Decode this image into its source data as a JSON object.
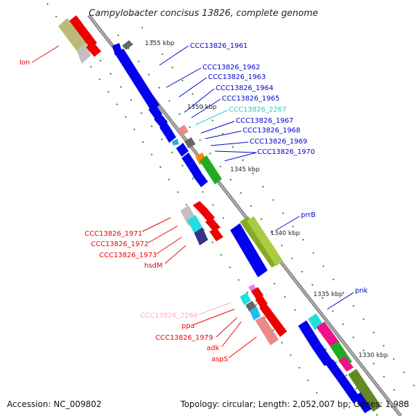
{
  "title": "Campylobacter concisus 13826, complete genome",
  "footer": {
    "accession": "Accession: NC_009802",
    "topology": "Topology: circular; Length: 2,052,007 bp; Genes: 1,988"
  },
  "colors": {
    "blue": "#0000ee",
    "red": "#ee0000",
    "cyan": "#22cccc",
    "gray": "#666666",
    "lightgray": "#c0c0c0",
    "pink": "#ee8888",
    "lightpink": "#ffaacc",
    "green": "#22aa22",
    "olive": "#88aa22",
    "khaki": "#bbbb77",
    "navy": "#333388",
    "magenta": "#ee1188",
    "orange": "#ff8800",
    "violet": "#dd88dd"
  },
  "kbp_ticks": [
    "1355 kbp",
    "1350 kbp",
    "1345 kbp",
    "1340 kbp",
    "1335 kbp",
    "1330 kbp"
  ],
  "gene_labels": [
    {
      "text": "lon",
      "color": "#ee0000"
    },
    {
      "text": "CCC13826_1961",
      "color": "#0000cc"
    },
    {
      "text": "CCC13826_1962",
      "color": "#0000cc"
    },
    {
      "text": "CCC13826_1963",
      "color": "#0000cc"
    },
    {
      "text": "CCC13826_1964",
      "color": "#0000cc"
    },
    {
      "text": "CCC13826_1965",
      "color": "#0000cc"
    },
    {
      "text": "CCC13826_2267",
      "color": "#22cccc"
    },
    {
      "text": "CCC13826_1967",
      "color": "#0000cc"
    },
    {
      "text": "CCC13826_1968",
      "color": "#0000cc"
    },
    {
      "text": "CCC13826_1969",
      "color": "#0000cc"
    },
    {
      "text": "CCC13826_1970",
      "color": "#0000cc"
    },
    {
      "text": "prrB",
      "color": "#0000cc"
    },
    {
      "text": "CCC13826_1971",
      "color": "#ee0000"
    },
    {
      "text": "CCC13826_1972",
      "color": "#ee0000"
    },
    {
      "text": "CCC13826_1973",
      "color": "#ee0000"
    },
    {
      "text": "hsdM",
      "color": "#ee0000"
    },
    {
      "text": "pnk",
      "color": "#0000cc"
    },
    {
      "text": "CCC13826_2266",
      "color": "#ffaacc"
    },
    {
      "text": "ppa",
      "color": "#ee0000"
    },
    {
      "text": "CCC13826_1979",
      "color": "#ee0000"
    },
    {
      "text": "adk",
      "color": "#ee0000"
    },
    {
      "text": "aspS",
      "color": "#ee0000"
    }
  ]
}
